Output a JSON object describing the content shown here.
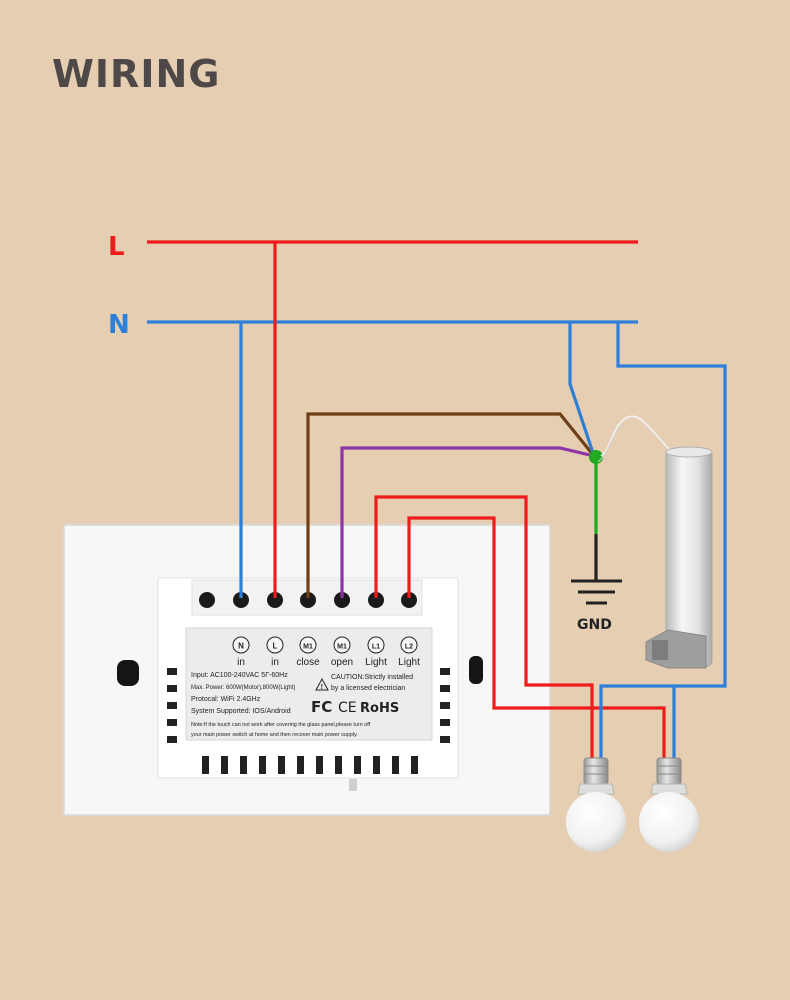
{
  "title": "WIRING",
  "bus": {
    "live_label": "L",
    "neutral_label": "N"
  },
  "colors": {
    "live": "#ee1c1c",
    "neutral": "#2d7fd8",
    "motor_close": "#6e3f14",
    "motor_open": "#8f34a8",
    "earth": "#1faa1f",
    "background": "#e6ceb2",
    "title": "#4e4848"
  },
  "switch": {
    "terminals": [
      {
        "symbol": "N",
        "sub": "in"
      },
      {
        "symbol": "L",
        "sub": "in"
      },
      {
        "symbol": "M1",
        "sub": "close"
      },
      {
        "symbol": "M1",
        "sub": "open"
      },
      {
        "symbol": "L1",
        "sub": "Light"
      },
      {
        "symbol": "L2",
        "sub": "Light"
      }
    ],
    "specs": [
      "Input: AC100-240VAC 5Γ-60Hz",
      "Max. Power: 600W(Motor),800W(Light)",
      "Protocal: WiFi 2.4GHz",
      "System Supported: IOS/Android"
    ],
    "caution_line1": "CAUTION:Strictly installed",
    "caution_line2": "by a licensed electrician",
    "cert_fc": "FC",
    "cert_ce": "CE",
    "cert_rohs": "RoHS",
    "note_line1": "Note:If the touch can not work after covering the glass panel,please turn off",
    "note_line2": "your main power switch at home and then recover main power supply."
  },
  "ground_label": "GND",
  "icons": {
    "motor": "curtain-motor-icon",
    "bulb": "light-bulb-icon",
    "ground": "ground-symbol-icon"
  }
}
